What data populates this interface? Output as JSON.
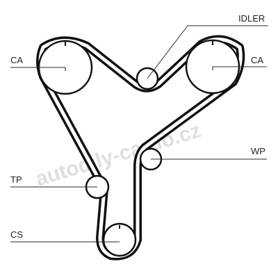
{
  "labels": {
    "idler": "IDLER",
    "ca_left": "CA",
    "ca_right": "CA",
    "wp": "WP",
    "tp": "TP",
    "cs": "CS"
  },
  "watermark": "autodily-cardo.cz",
  "colors": {
    "belt": "#111111",
    "line": "#2a2a2a",
    "watermark": "#d9d9d9"
  }
}
